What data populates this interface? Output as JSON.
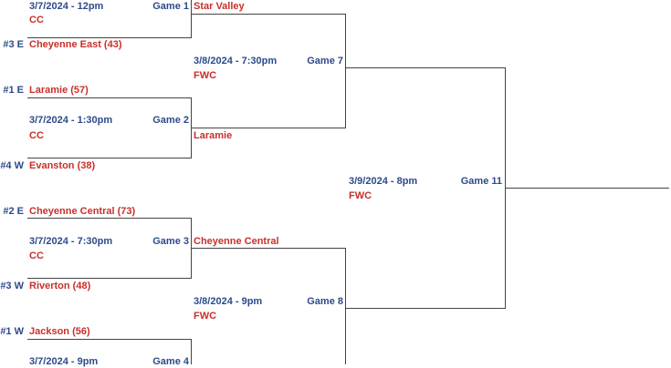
{
  "colors": {
    "label": "#2d4a8a",
    "team": "#c8302a",
    "line": "#444444"
  },
  "round1": [
    {
      "game": "Game 1",
      "date": "3/7/2024 - 12pm",
      "venue": "CC",
      "bottom_seed": "#3 E",
      "bottom_team": "Cheyenne East (43)"
    },
    {
      "game": "Game 2",
      "date": "3/7/2024 - 1:30pm",
      "venue": "CC",
      "top_seed": "#1 E",
      "top_team": "Laramie (57)",
      "bottom_seed": "#4 W",
      "bottom_team": "Evanston (38)"
    },
    {
      "game": "Game 3",
      "date": "3/7/2024 - 7:30pm",
      "venue": "CC",
      "top_seed": "#2 E",
      "top_team": "Cheyenne Central (73)",
      "bottom_seed": "#3 W",
      "bottom_team": "Riverton (48)"
    },
    {
      "game": "Game 4",
      "date": "3/7/2024 - 9pm",
      "top_seed": "#1 W",
      "top_team": "Jackson (56)"
    }
  ],
  "round2": [
    {
      "game": "Game 7",
      "date": "3/8/2024 - 7:30pm",
      "venue": "FWC",
      "top_team": "Star Valley",
      "bottom_team": "Laramie"
    },
    {
      "game": "Game 8",
      "date": "3/8/2024 - 9pm",
      "venue": "FWC",
      "top_team": "Cheyenne Central"
    }
  ],
  "final": {
    "game": "Game 11",
    "date": "3/9/2024 - 8pm",
    "venue": "FWC"
  }
}
